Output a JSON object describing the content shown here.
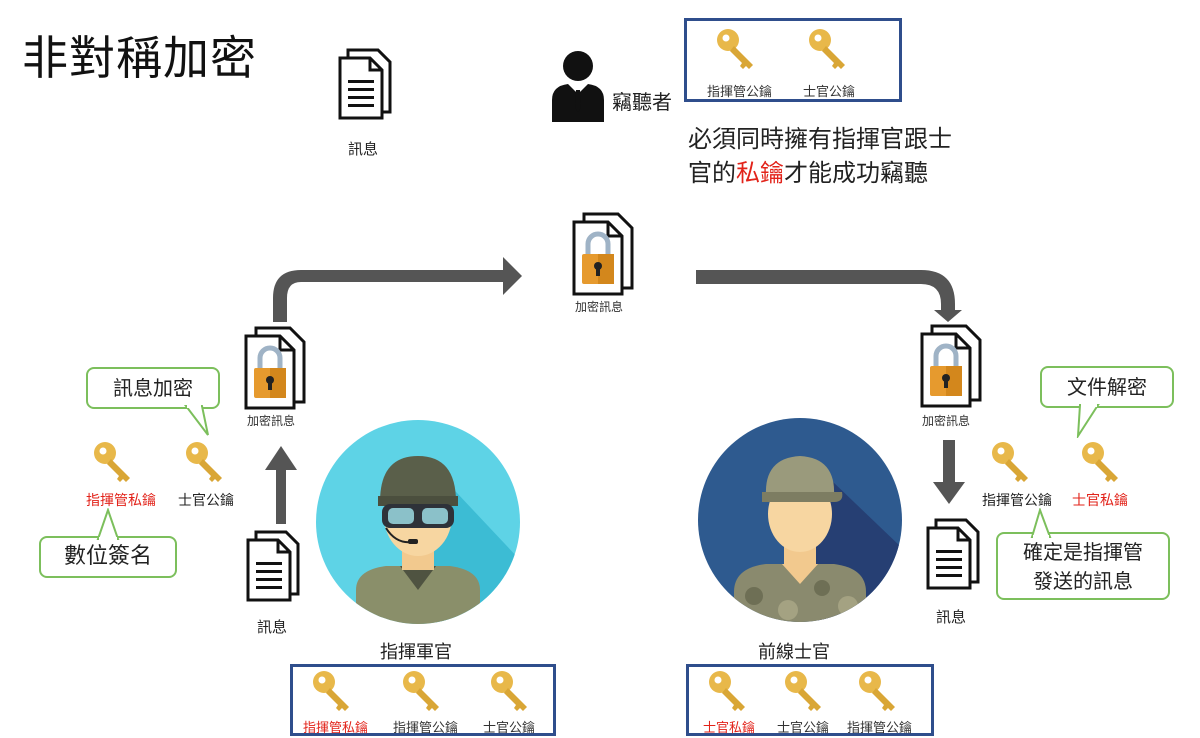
{
  "title": "非對稱加密",
  "top_message_label": "訊息",
  "eavesdropper": {
    "label": "竊聽者",
    "keys": [
      "指揮管公鑰",
      "士官公鑰"
    ],
    "note_line1": "必須同時擁有指揮官跟士",
    "note_line2_pre": "官的",
    "note_line2_red": "私鑰",
    "note_line2_post": "才能成功竊聽"
  },
  "center_encrypted_label": "加密訊息",
  "left": {
    "encrypted_label": "加密訊息",
    "callout_encrypt": "訊息加密",
    "key_private_label": "指揮管私鑰",
    "key_public_label": "士官公鑰",
    "callout_sign": "數位簽名",
    "message_label": "訊息",
    "role_label": "指揮軍官",
    "box_keys": [
      {
        "label": "指揮管私鑰",
        "red": true
      },
      {
        "label": "指揮管公鑰",
        "red": false
      },
      {
        "label": "士官公鑰",
        "red": false
      }
    ]
  },
  "right": {
    "encrypted_label": "加密訊息",
    "callout_decrypt": "文件解密",
    "key_public_label": "指揮管公鑰",
    "key_private_label": "士官私鑰",
    "callout_confirm_line1": "確定是指揮管",
    "callout_confirm_line2": "發送的訊息",
    "message_label": "訊息",
    "role_label": "前線士官",
    "box_keys": [
      {
        "label": "士官私鑰",
        "red": true
      },
      {
        "label": "士官公鑰",
        "red": false
      },
      {
        "label": "指揮管公鑰",
        "red": false
      }
    ]
  },
  "colors": {
    "key_gold": "#e8b84a",
    "box_border": "#2f4e8c",
    "callout_border": "#7cbf5c",
    "arrow": "#555555",
    "private_key_text": "#e2231a",
    "officer_bg": "#5ed3e6",
    "soldier_bg": "#2e5a8f"
  }
}
